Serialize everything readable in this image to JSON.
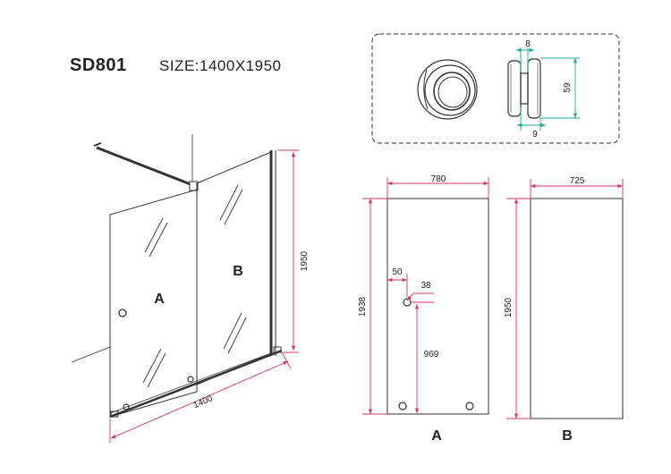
{
  "header": {
    "model": "SD801",
    "size": "SIZE:1400X1950"
  },
  "colors": {
    "dimension": "#d6336c",
    "detail_dimension": "#1aa79a",
    "outline": "#333333"
  },
  "perspective": {
    "panel_a": "A",
    "panel_b": "B",
    "width": "1400",
    "height": "1950"
  },
  "handle_detail": {
    "thickness": "8",
    "height": "59",
    "base": "9"
  },
  "panel_a": {
    "width": "780",
    "height": "1938",
    "hole_offset": "50",
    "hole_diameter": "38",
    "hole_height": "969",
    "label": "A"
  },
  "panel_b": {
    "width": "725",
    "height": "1950",
    "label": "B"
  }
}
